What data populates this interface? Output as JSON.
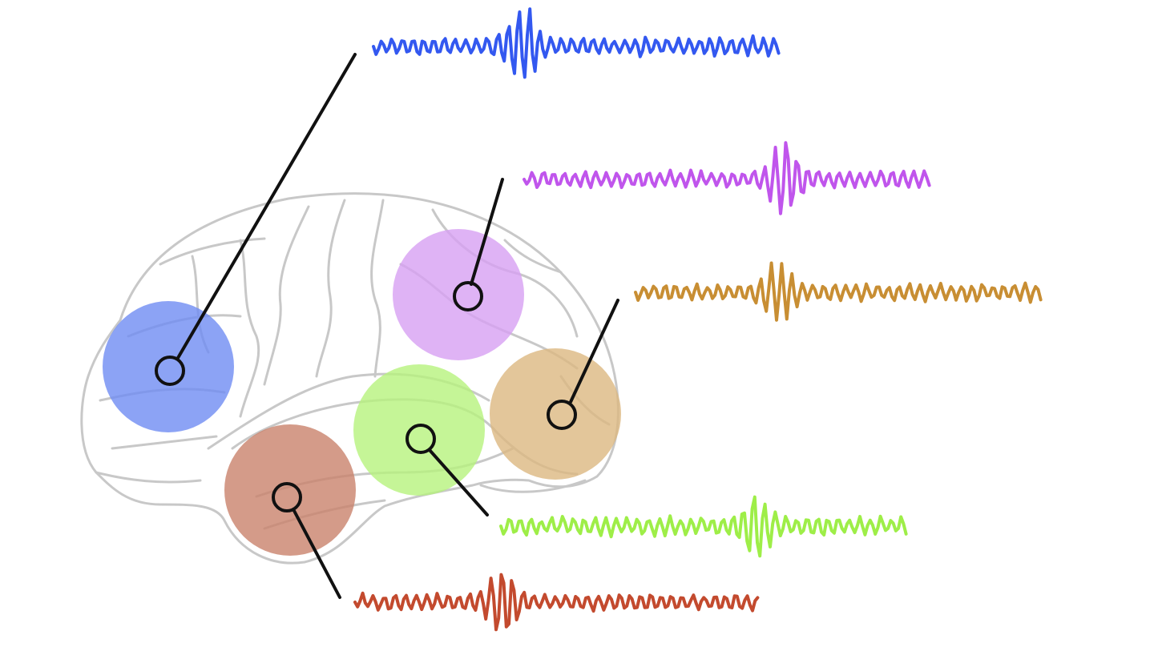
{
  "colors": {
    "background": "#ffffff",
    "brain_outline": "#c8c8c8",
    "brain_fill": "#ffffff",
    "probe_line": "#111111"
  },
  "regions": [
    {
      "id": "region-blue",
      "color": "#6f8cf2",
      "wave_color": "#3358f0"
    },
    {
      "id": "region-purple",
      "color": "#d7a0f2",
      "wave_color": "#c055ec"
    },
    {
      "id": "region-orange",
      "color": "#dcb881",
      "wave_color": "#c88e33"
    },
    {
      "id": "region-green",
      "color": "#b6f37d",
      "wave_color": "#9eee48"
    },
    {
      "id": "region-red",
      "color": "#c9826c",
      "wave_color": "#c34a2e"
    }
  ]
}
